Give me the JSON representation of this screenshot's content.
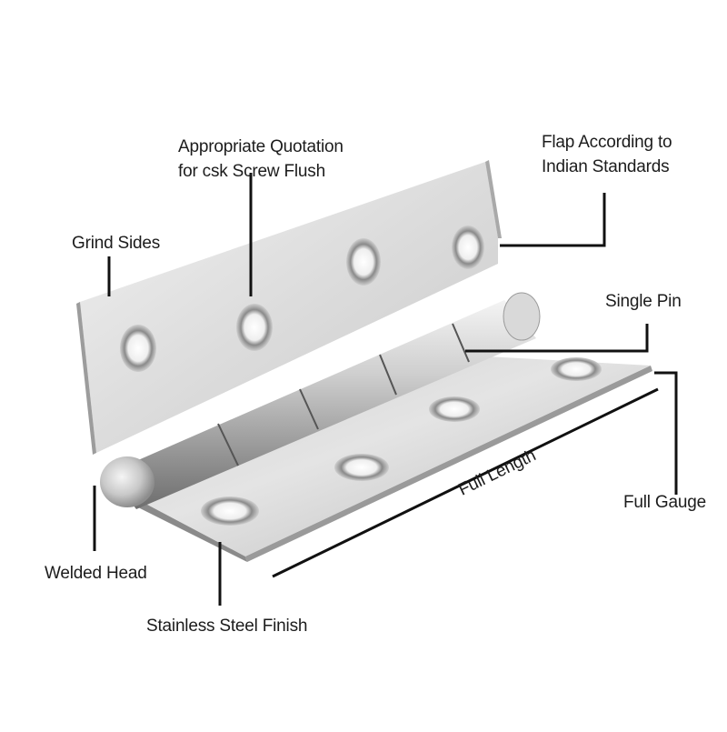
{
  "image": {
    "subject": "Stainless steel butt hinge with callout labels",
    "background": "#ffffff",
    "colors": {
      "steel_light": "#e9e9e9",
      "steel_mid": "#bdbdbd",
      "steel_dark": "#7d7d7d",
      "leader": "#111111",
      "text": "#1c1c1c"
    }
  },
  "labels": {
    "quotation": [
      "Appropriate Quotation",
      "for csk Screw Flush"
    ],
    "flap": [
      "Flap According to",
      "Indian Standards"
    ],
    "grind_sides": "Grind Sides",
    "single_pin": "Single Pin",
    "full_length": "Full Length",
    "full_gauge": "Full Gauge",
    "welded_head": "Welded Head",
    "finish": "Stainless Steel Finish"
  }
}
